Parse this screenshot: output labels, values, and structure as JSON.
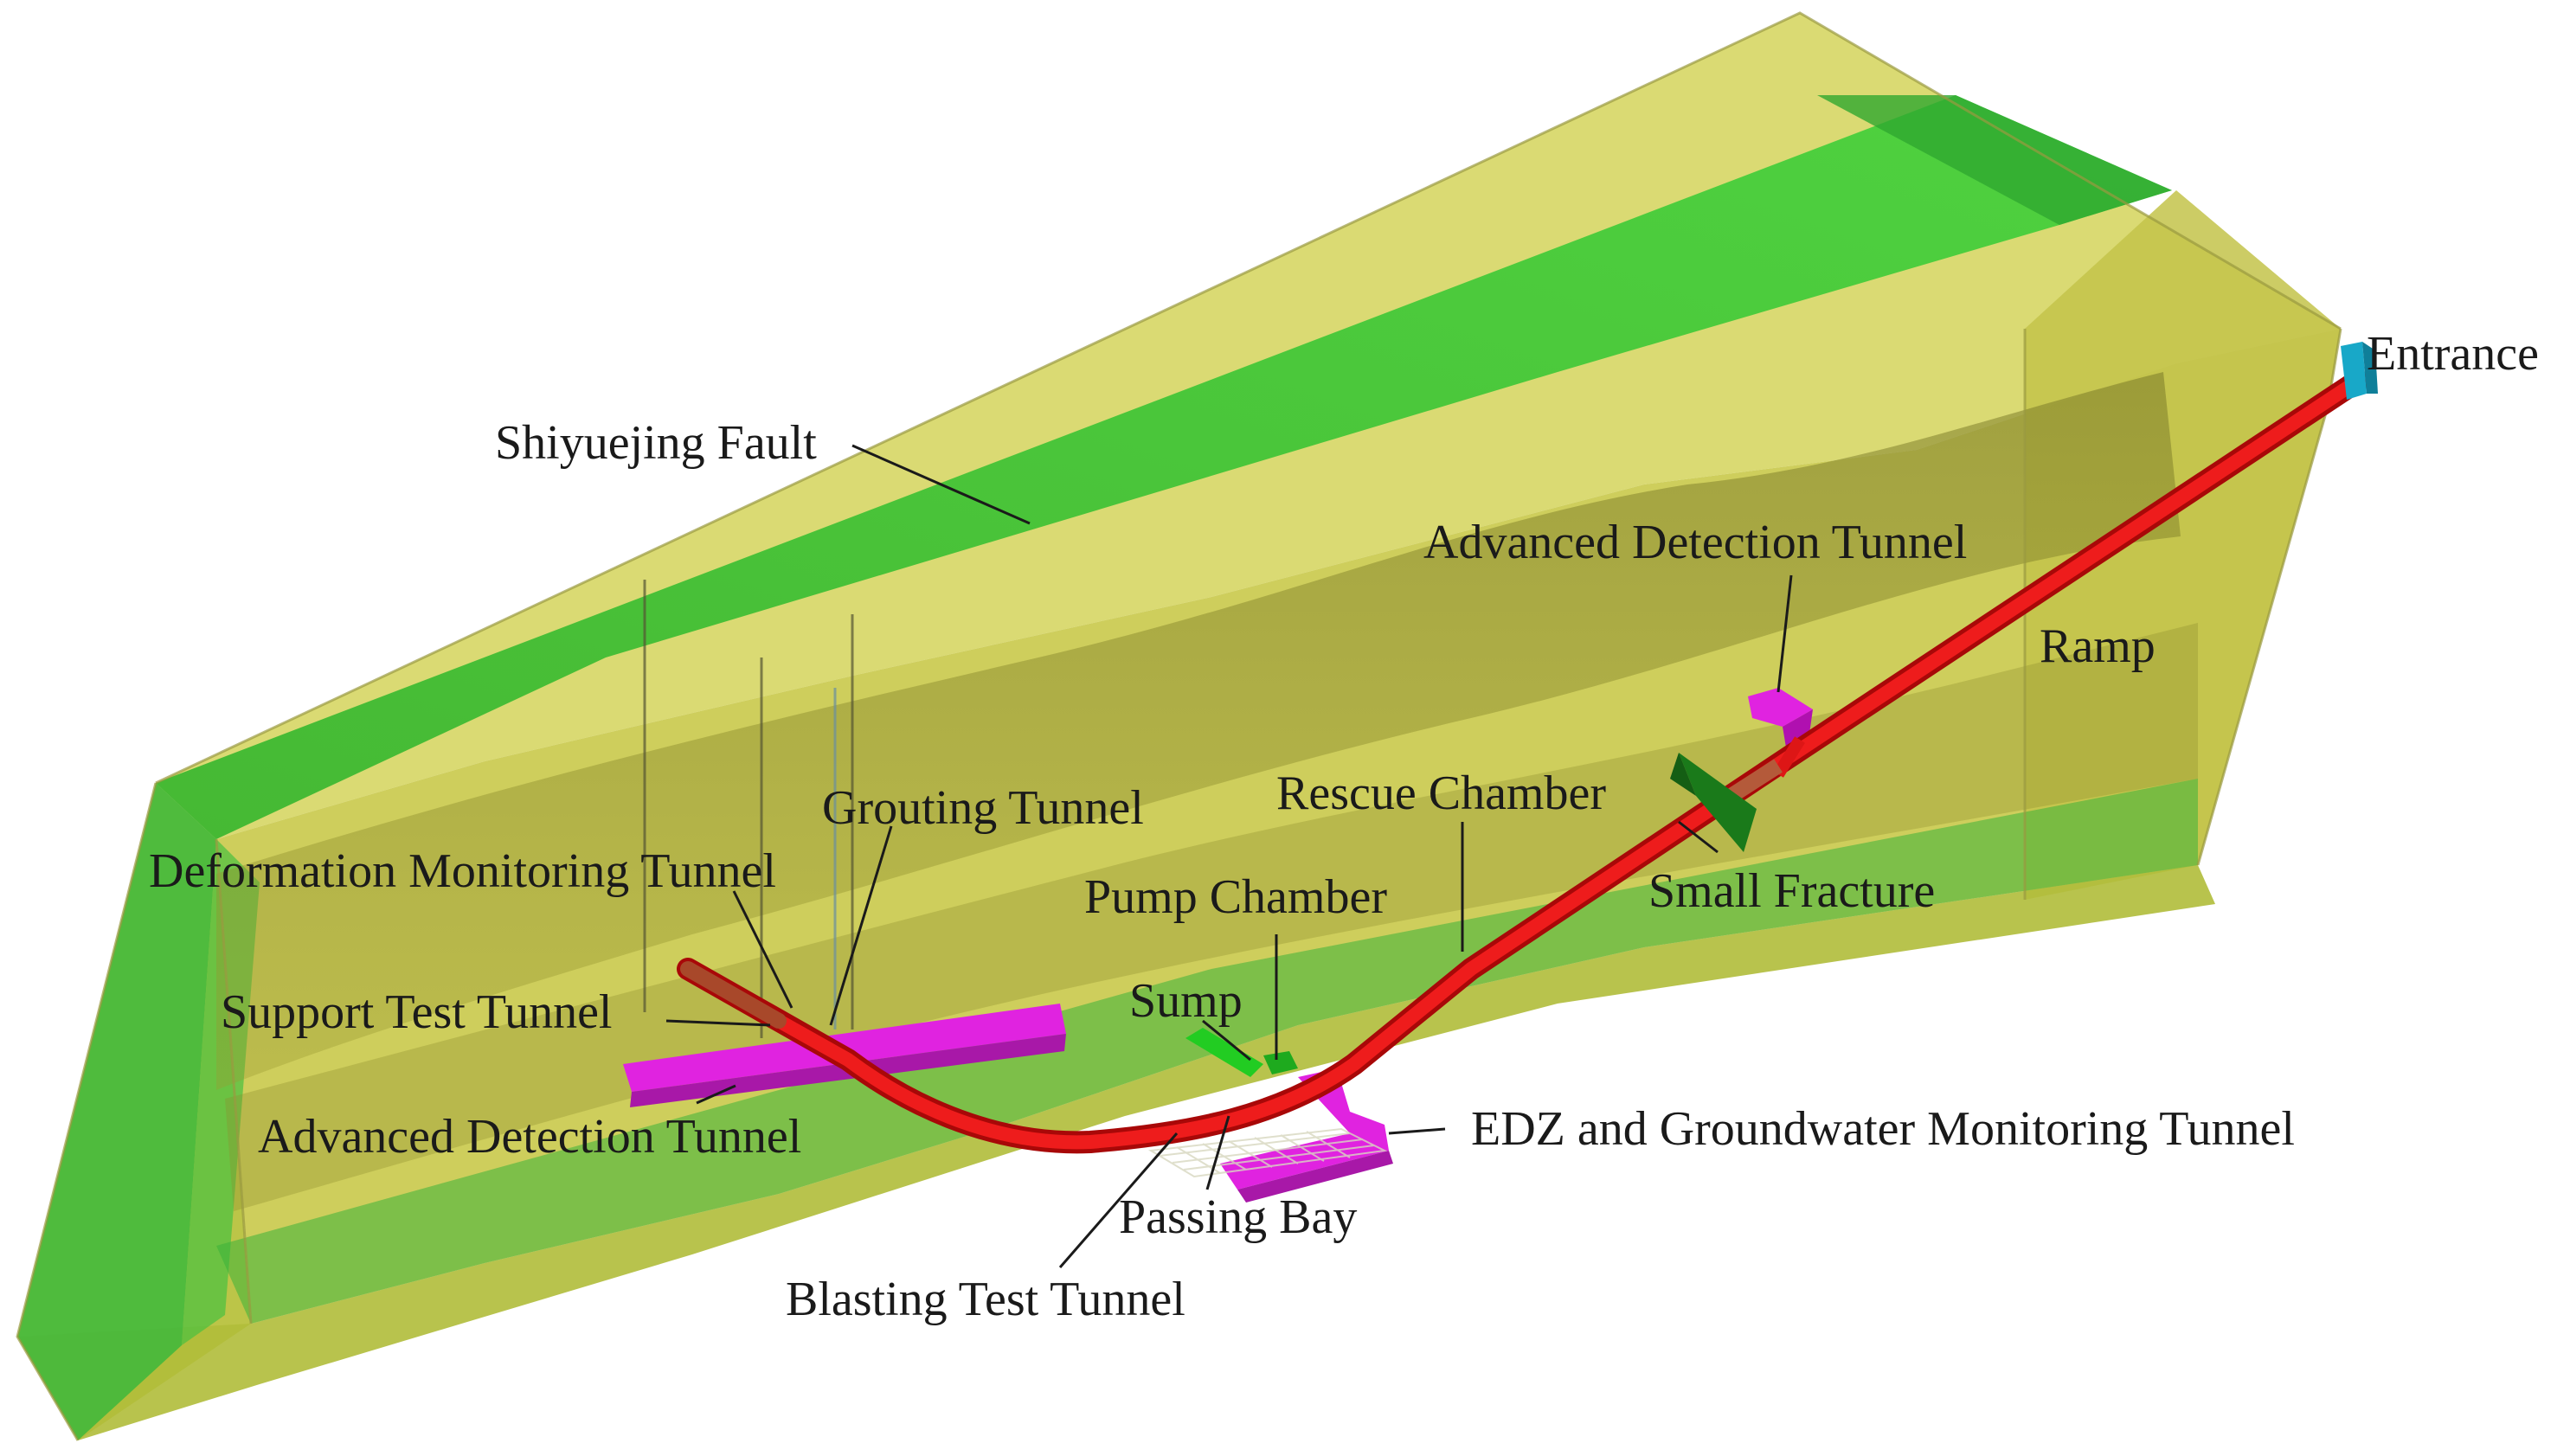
{
  "labels": {
    "entrance": "Entrance",
    "shiyuejing_fault": "Shiyuejing Fault",
    "advanced_detection_tunnel_upper": "Advanced Detection Tunnel",
    "ramp": "Ramp",
    "rescue_chamber": "Rescue Chamber",
    "small_fracture": "Small Fracture",
    "grouting_tunnel": "Grouting Tunnel",
    "deformation_monitoring_tunnel": "Deformation Monitoring Tunnel",
    "pump_chamber": "Pump Chamber",
    "sump": "Sump",
    "support_test_tunnel": "Support Test Tunnel",
    "advanced_detection_tunnel_lower": "Advanced Detection Tunnel",
    "edz_groundwater_monitoring_tunnel": "EDZ and Groundwater Monitoring Tunnel",
    "passing_bay": "Passing Bay",
    "blasting_test_tunnel": "Blasting Test Tunnel"
  },
  "colors": {
    "rock_mass": "#cfcf4a",
    "fault_zone": "#3ec23e",
    "ramp_tunnel": "#e01010",
    "side_tunnels": "#e020e0",
    "entrance_marker": "#18a8c8",
    "small_fracture": "#1a7a1a",
    "sump": "#22cc22"
  }
}
